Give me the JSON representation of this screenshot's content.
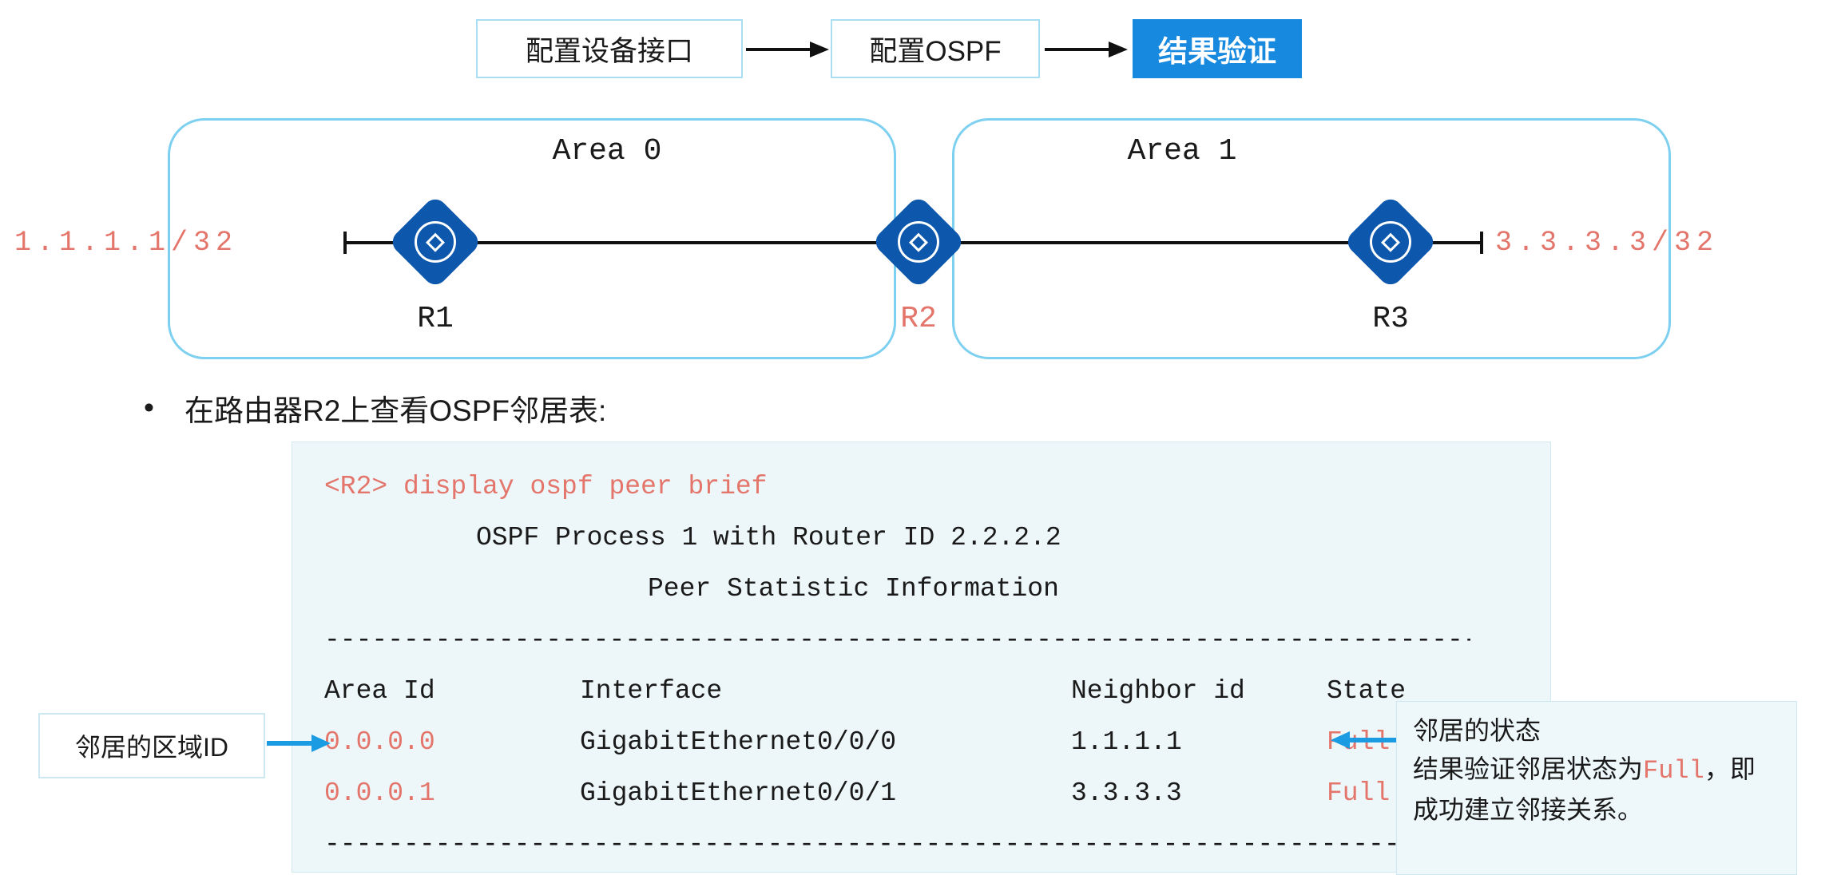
{
  "flow": {
    "steps": [
      {
        "label": "配置设备接口"
      },
      {
        "label": "配置OSPF"
      },
      {
        "label": "结果验证"
      }
    ]
  },
  "topology": {
    "area_left": "Area 0",
    "area_right": "Area 1",
    "routers": {
      "r1": "R1",
      "r2": "R2",
      "r3": "R3"
    },
    "ip_left": "1.1.1.1/32",
    "ip_right": "3.3.3.3/32"
  },
  "caption": {
    "bullet": "•",
    "text": "在路由器R2上查看OSPF邻居表:"
  },
  "console": {
    "prompt": "<R2> display ospf peer brief",
    "process_line": "OSPF Process 1 with Router ID 2.2.2.2",
    "stat_line": "Peer Statistic Information",
    "separator": "--------------------------------------------------------------------------------",
    "table": {
      "headers": [
        "Area Id",
        "Interface",
        "Neighbor id",
        "State"
      ],
      "rows": [
        {
          "area_id": "0.0.0.0",
          "interface": "GigabitEthernet0/0/0",
          "neighbor_id": "1.1.1.1",
          "state": "Full"
        },
        {
          "area_id": "0.0.0.1",
          "interface": "GigabitEthernet0/0/1",
          "neighbor_id": "3.3.3.3",
          "state": "Full"
        }
      ]
    }
  },
  "callouts": {
    "area_id": {
      "text": "邻居的区域ID"
    },
    "state": {
      "line1": "邻居的状态",
      "line2_prefix": "结果验证邻居状态为",
      "line2_highlight": "Full",
      "line2_suffix": "，即",
      "line3": "成功建立邻接关系。"
    }
  },
  "colors": {
    "accent": "#1789df",
    "arrow-blue": "#1b9ce2",
    "salmon": "#e4756b",
    "router-blue": "#0d58ac",
    "area-border": "#7ed0f0",
    "flow-border": "#aadef2",
    "console-bg": "#edf6f9",
    "console-border": "#d2e9f2",
    "callout-bg": "#eef8fb",
    "callout-border": "#cde8f2",
    "ink": "#1a1a1a"
  }
}
